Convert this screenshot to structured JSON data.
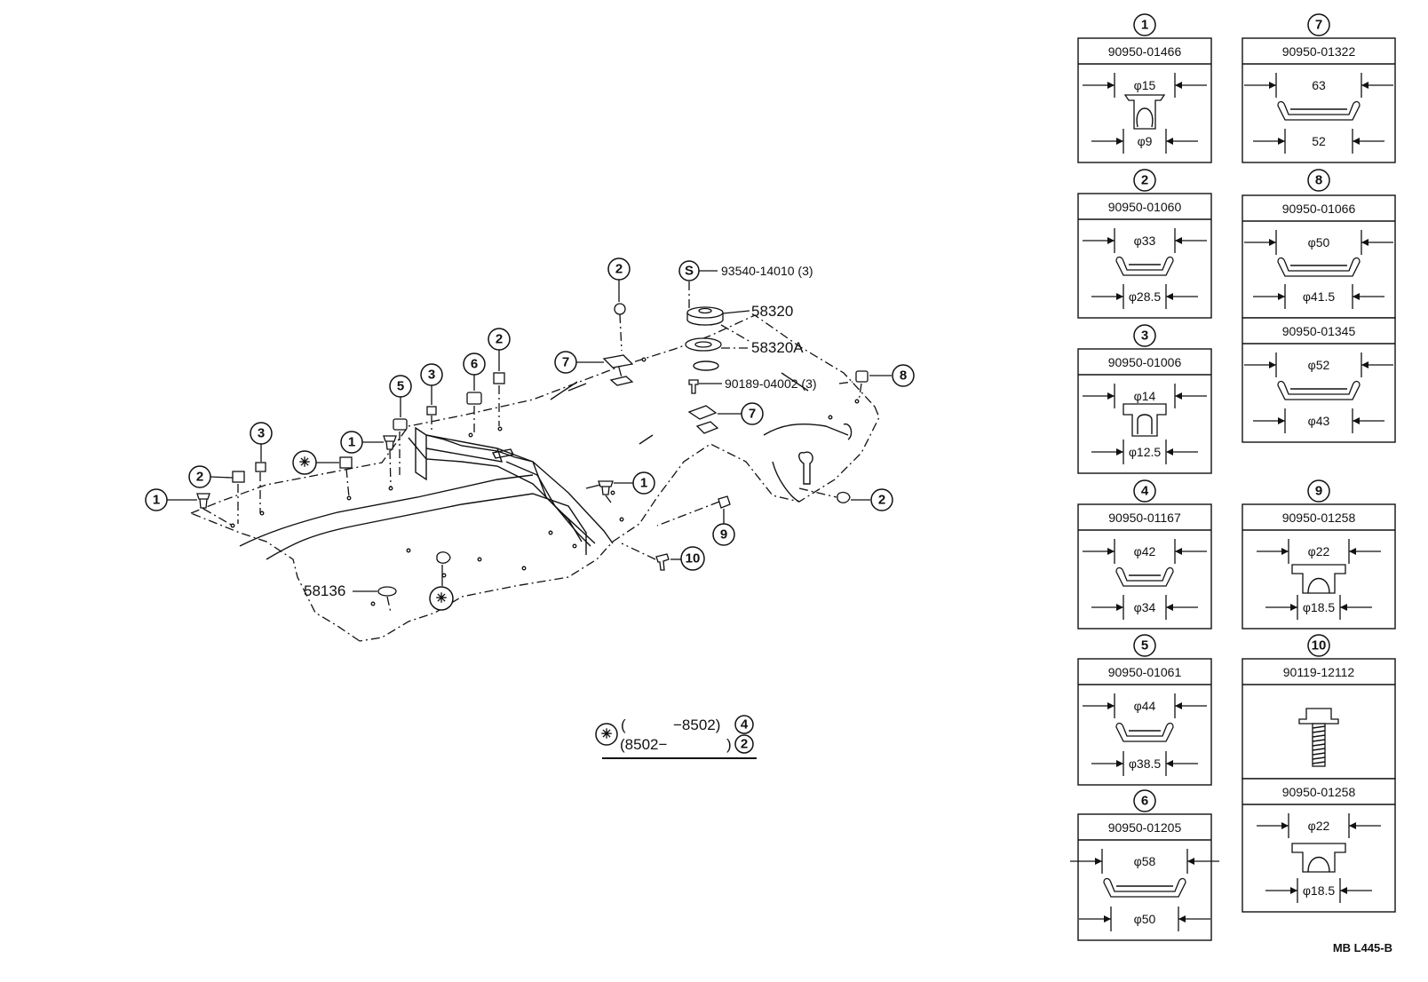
{
  "callouts": {
    "c1": "1",
    "c2": "2",
    "c3": "3",
    "c4": "4",
    "c5": "5",
    "c6": "6",
    "c7": "7",
    "c8": "8",
    "c9": "9",
    "c10": "10",
    "s": "S",
    "star": "✳"
  },
  "floor_labels": {
    "bolt_s": "93540-14010 (3)",
    "mount_upper": "58320",
    "mount_lower": "58320A",
    "bolt_lower": "90189-04002 (3)",
    "pad": "58136"
  },
  "legend": {
    "row1_open": "(",
    "row1_value": "−8502)",
    "row1_ref": "4",
    "row2_value": "(8502−",
    "row2_close": ")",
    "row2_ref": "2"
  },
  "part_table": [
    {
      "ref": "1",
      "part_no": "90950-01466",
      "top_dim": "φ15",
      "bottom_dim": "φ9"
    },
    {
      "ref": "7",
      "part_no": "90950-01322",
      "top_dim": "63",
      "bottom_dim": "52"
    },
    {
      "ref": "2",
      "part_no": "90950-01060",
      "top_dim": "φ33",
      "bottom_dim": "φ28.5"
    },
    {
      "ref": "8",
      "part_no": "90950-01066",
      "top_dim": "φ50",
      "bottom_dim": "φ41.5"
    },
    {
      "ref": "",
      "part_no": "90950-01345",
      "top_dim": "φ52",
      "bottom_dim": "φ43"
    },
    {
      "ref": "3",
      "part_no": "90950-01006",
      "top_dim": "φ14",
      "bottom_dim": "φ12.5"
    },
    {
      "ref": "4",
      "part_no": "90950-01167",
      "top_dim": "φ42",
      "bottom_dim": "φ34"
    },
    {
      "ref": "9",
      "part_no": "90950-01258",
      "top_dim": "φ22",
      "bottom_dim": "φ18.5"
    },
    {
      "ref": "5",
      "part_no": "90950-01061",
      "top_dim": "φ44",
      "bottom_dim": "φ38.5"
    },
    {
      "ref": "10",
      "part_no": "90119-12112"
    },
    {
      "ref": "",
      "part_no": "90950-01258",
      "top_dim": "φ22",
      "bottom_dim": "φ18.5"
    },
    {
      "ref": "6",
      "part_no": "90950-01205",
      "top_dim": "φ58",
      "bottom_dim": "φ50"
    }
  ],
  "figure_code": "MB L445-B"
}
